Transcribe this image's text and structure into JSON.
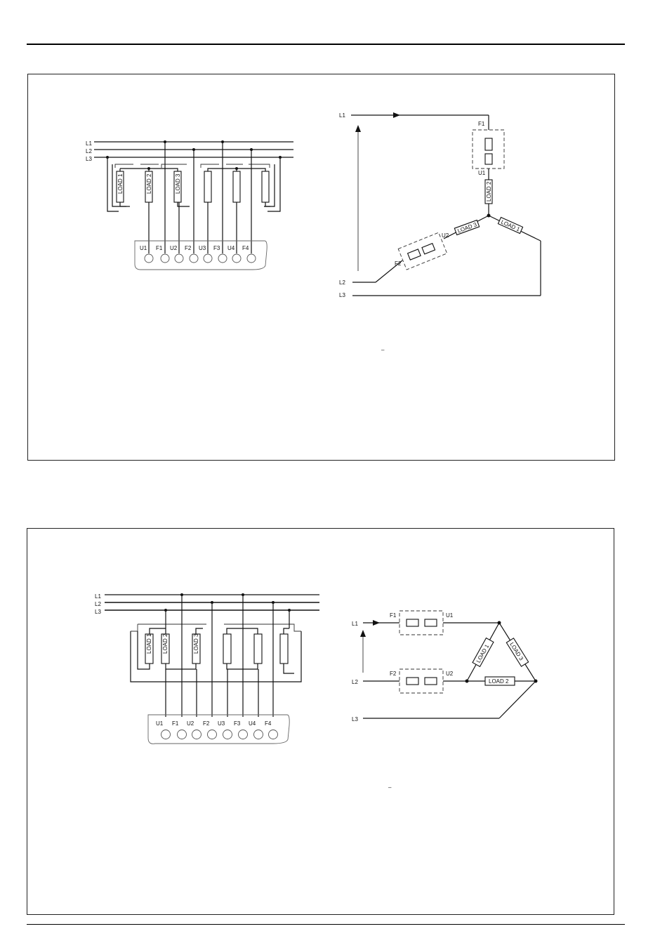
{
  "lines": [
    "L1",
    "L2",
    "L3"
  ],
  "loads": [
    "LOAD 1",
    "LOAD 2",
    "LOAD 3"
  ],
  "terminals": [
    "U1",
    "F1",
    "U2",
    "F2",
    "U3",
    "F3",
    "U4",
    "F4"
  ],
  "star": {
    "line_labels": [
      "L1",
      "L2",
      "L3"
    ],
    "fuse_labels": [
      "F1",
      "F2"
    ],
    "output_labels": [
      "U1",
      "U2"
    ],
    "load_labels": [
      "LOAD 2",
      "LOAD 3",
      "LOAD 1"
    ],
    "dash_mark": "–"
  },
  "delta": {
    "line_labels": [
      "L1",
      "L2",
      "L3"
    ],
    "fuse_labels": [
      "F1",
      "F2"
    ],
    "output_labels": [
      "U1",
      "U2"
    ],
    "load_labels": [
      "LOAD 1",
      "LOAD 3",
      "LOAD 2"
    ],
    "dash_mark": "–"
  }
}
